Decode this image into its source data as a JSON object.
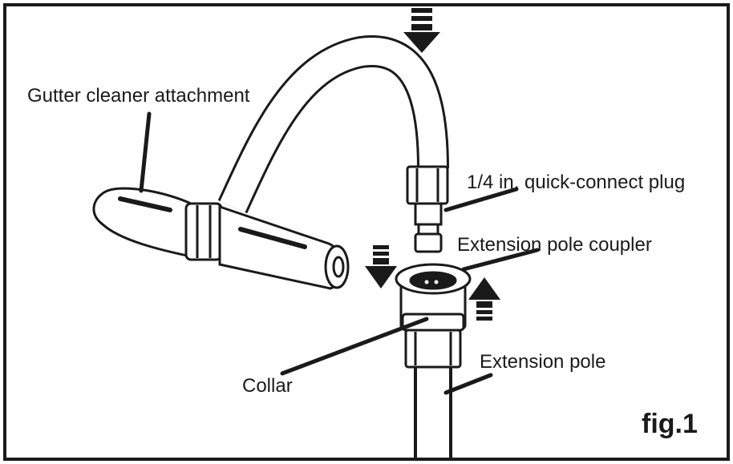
{
  "labels": {
    "gutter_cleaner": "Gutter cleaner attachment",
    "quick_connect_plug": "1/4 in. quick-connect plug",
    "pole_coupler": "Extension pole coupler",
    "collar": "Collar",
    "extension_pole": "Extension pole"
  },
  "figure_label": "fig.1",
  "colors": {
    "ink": "#1a1a1a",
    "paper": "#ffffff"
  },
  "icons": [
    "arrow-down-icon",
    "arrow-down-icon",
    "arrow-up-icon"
  ]
}
